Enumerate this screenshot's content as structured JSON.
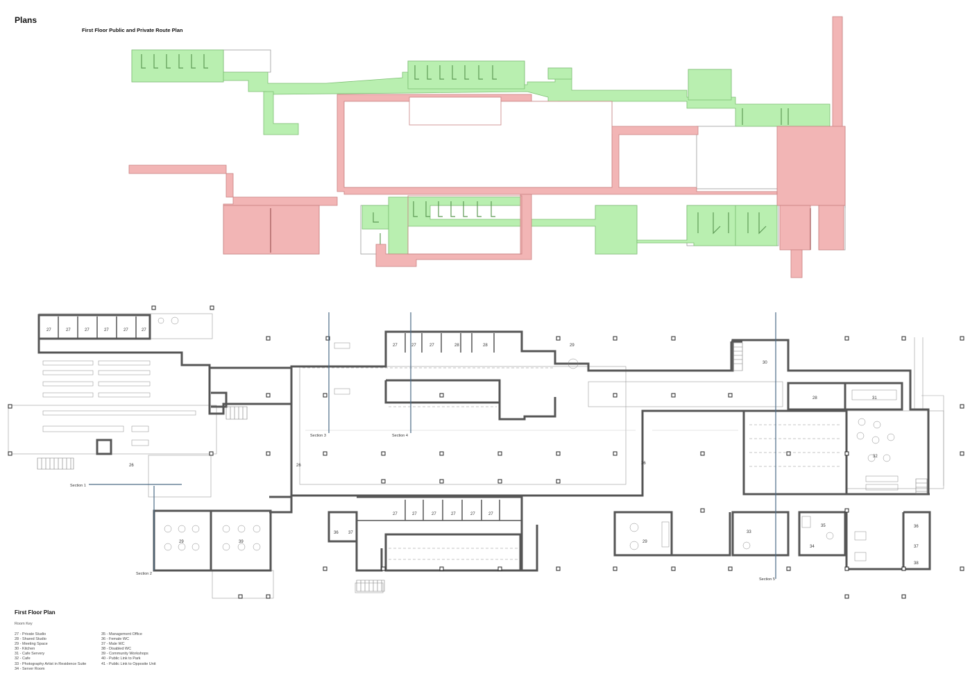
{
  "header": {
    "page_title": "Plans",
    "route_plan_title": "First Floor Public and Private Route Plan"
  },
  "route_plan": {
    "colors": {
      "public": "#b9efb0",
      "public_stroke": "#8fcf85",
      "private": "#f2b5b5",
      "private_stroke": "#c98080"
    }
  },
  "floor_plan": {
    "title": "First Floor Plan",
    "room_key_title": "Room Key",
    "room_key": [
      "27 - Private Studio",
      "28 - Shared Studio",
      "29 - Meeting Space",
      "30 - Kitchen",
      "31 - Cafe Servery",
      "32 - Cafe",
      "33 - Photography Artist in Residence Suite",
      "34 - Server Room",
      "35 - Management Office",
      "36 - Female WC",
      "37 - Male WC",
      "38 - Disabled WC",
      "39 - Community Workshops",
      "40 - Public Link to Park",
      "41 - Public Link to Opposite Unit"
    ],
    "section_labels": [
      "Section 1",
      "Section 2",
      "Section 3",
      "Section 4",
      "Section 5"
    ],
    "room_labels": {
      "top_left_studios": "27",
      "top_mid_studios": [
        "27",
        "27",
        "27",
        "28",
        "28"
      ],
      "r29_top": "29",
      "r30": "30",
      "r28_right": "28",
      "r31": "31",
      "r32": "32",
      "corridor_26": "26",
      "r39": "39",
      "r29_left": "29",
      "r36": "36",
      "r37": "37",
      "bottom_studios": [
        "27",
        "27",
        "27",
        "27",
        "27",
        "27"
      ],
      "r29_bottom": "29",
      "r33": "33",
      "r34": "34",
      "r35": "35",
      "r38": "38"
    }
  }
}
